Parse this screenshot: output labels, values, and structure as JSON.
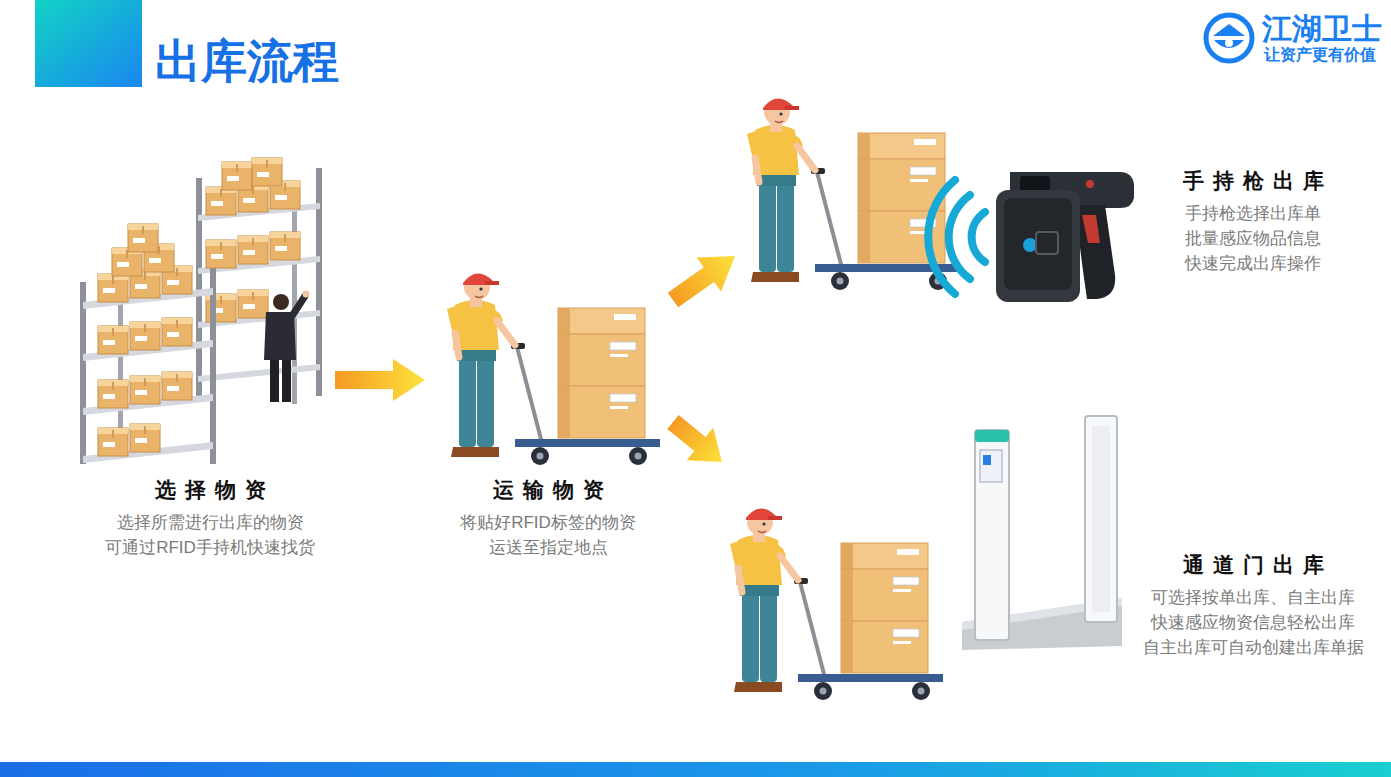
{
  "diagram": {
    "title": "出库流程",
    "nodes": [
      {
        "text": [
          "选择物资",
          "选择所需进行出库的物资 可通过RFID手持机快速找货"
        ]
      },
      {
        "text": [
          "运输物资",
          "将贴好RFID标签的物资 运送至指定地点"
        ]
      },
      {
        "text": [
          "手持枪出库",
          "手持枪选择出库单 批量感应物品信息 快速完成出库操作"
        ]
      },
      {
        "text": [
          "通道门出库",
          "可选择按单出库、自主出库 快速感应物资信息轻松出库 自主出库可自动创建出库单据"
        ]
      }
    ],
    "edges": [
      {
        "from": 0,
        "to": 1,
        "arrow": "to"
      },
      {
        "from": 1,
        "to": 2,
        "arrow": "to"
      },
      {
        "from": 1,
        "to": 3,
        "arrow": "to"
      }
    ],
    "labels": [
      "江湖卫士",
      "让资产更有价值"
    ]
  }
}
